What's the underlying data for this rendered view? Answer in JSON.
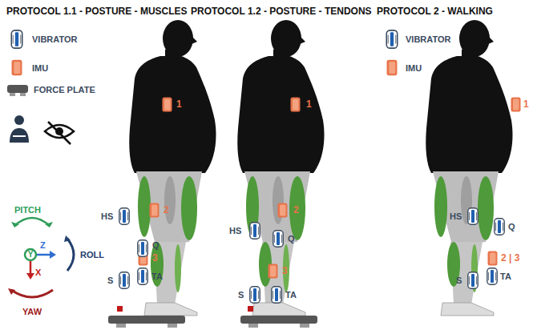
{
  "diagram": {
    "labels": [
      "PROTOCOL 1.1 - POSTURE - MUSCLES",
      "PROTOCOL 1.2 - POSTURE - TENDONS",
      "PROTOCOL 2 - WALKING",
      "1",
      "HS",
      "2",
      "Q",
      "3",
      "S",
      "TA",
      "PITCH",
      "Z",
      "Y",
      "ROLL",
      "X",
      "YAW",
      "1",
      "2",
      "HS",
      "Q",
      "3",
      "S",
      "TA",
      "1",
      "HS",
      "Q",
      "2 | 3",
      "S",
      "TA"
    ],
    "legend": [
      {
        "text": "VIBRATOR"
      },
      {
        "text": "IMU"
      },
      {
        "text": "FORCE PLATE"
      },
      {
        "text": "VIBRATOR"
      },
      {
        "text": "IMU"
      }
    ]
  }
}
